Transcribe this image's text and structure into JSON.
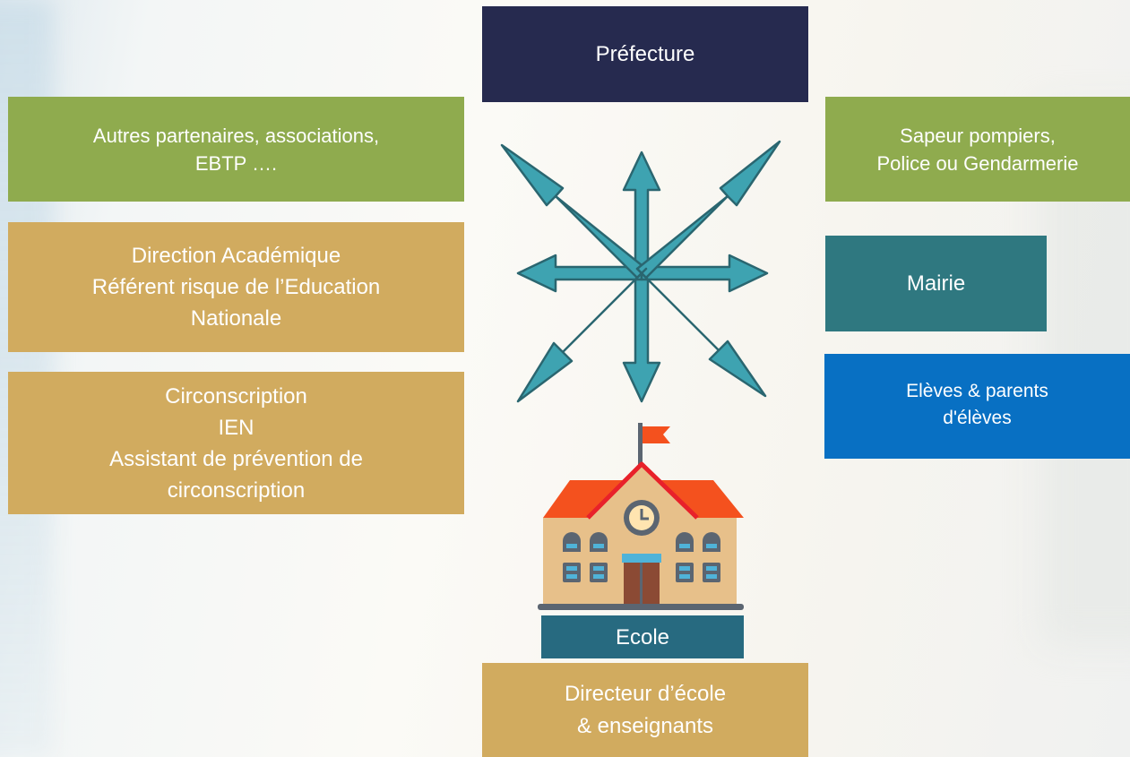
{
  "boxes": {
    "prefecture": "Préfecture",
    "autres": [
      "Autres partenaires, associations,",
      "EBTP …."
    ],
    "direction": [
      "Direction Académique",
      "Référent risque de l’Education",
      "Nationale"
    ],
    "circonscription": [
      "Circonscription",
      "IEN",
      "Assistant de prévention de",
      "circonscription"
    ],
    "sapeurs": [
      "Sapeur pompiers,",
      "Police ou Gendarmerie"
    ],
    "mairie": "Mairie",
    "eleves": [
      "Elèves & parents",
      "d'élèves"
    ],
    "ecole": "Ecole",
    "directeur": [
      "Directeur d’école",
      "& enseignants"
    ]
  },
  "icons": {
    "arrows": "eight-direction-arrows-icon",
    "school": "school-building-icon"
  },
  "colors": {
    "navy": "#262a4f",
    "green": "#8fab4e",
    "gold": "#d1ab5f",
    "teal": "#2f7880",
    "blue": "#0870c3",
    "ecole_label": "#276a80",
    "arrow_fill": "#3ea3b1",
    "arrow_stroke": "#2a6670",
    "roof": "#f4511e",
    "wall": "#e7c08a",
    "door": "#8b4a34"
  }
}
